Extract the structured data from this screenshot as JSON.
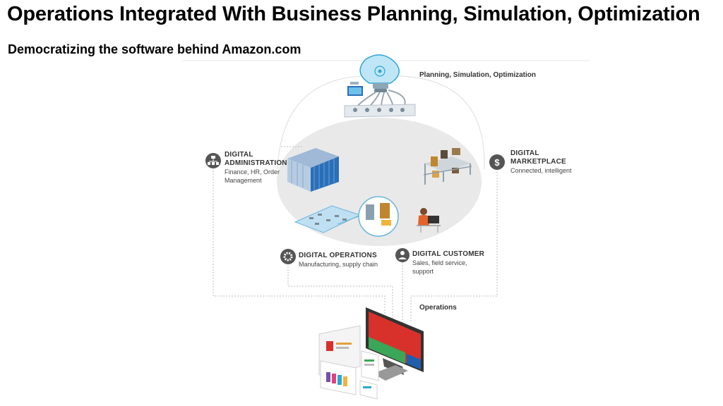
{
  "title": "Operations Integrated With Business Planning, Simulation, Optimization",
  "subtitle": "Democratizing the software behind Amazon.com",
  "planning_label": "Planning, Simulation, Optimization",
  "operations_label": "Operations",
  "nodes": {
    "administration": {
      "line1": "DIGITAL",
      "line2": "ADMINISTRATION",
      "desc1": "Finance, HR, Order",
      "desc2": "Management",
      "icon": "org-chart-icon"
    },
    "marketplace": {
      "line1": "DIGITAL",
      "line2": "MARKETPLACE",
      "desc1": "Connected, intelligent",
      "icon": "dollar-icon"
    },
    "operations": {
      "line1": "DIGITAL OPERATIONS",
      "desc1": "Manufacturing, supply chain",
      "icon": "gear-icon"
    },
    "customer": {
      "line1": "DIGITAL CUSTOMER",
      "desc1": "Sales, field service,",
      "desc2": "support",
      "icon": "person-icon"
    }
  },
  "colors": {
    "bulb": "#bfe6f7",
    "bulb_outline": "#2aa7d8",
    "building": "#2a6fb8",
    "monitor_red": "#d8312b",
    "monitor_green": "#3aa657",
    "monitor_blue": "#1f5fb0",
    "icon_circle": "#555555",
    "ellipse": "#e8e8e8"
  }
}
